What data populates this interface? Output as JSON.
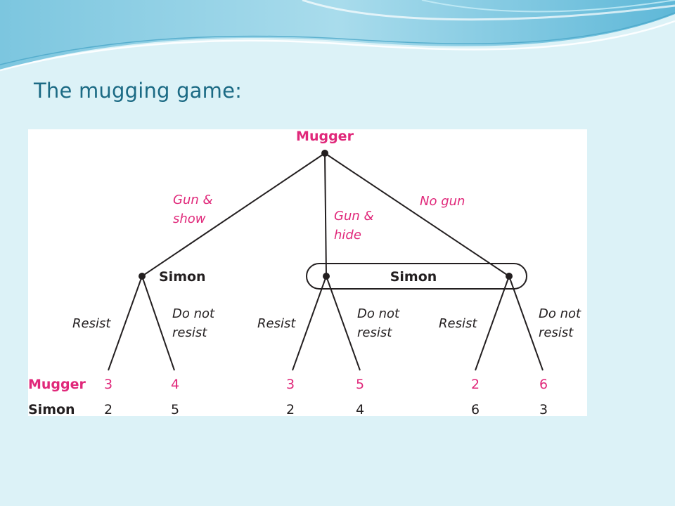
{
  "slide": {
    "title": "The mugging game:"
  },
  "game_tree": {
    "root_label": "Mugger",
    "info_set_label": "Simon",
    "simon_node_label": "Simon",
    "mugger_moves": {
      "gun_show": [
        "Gun &",
        "show"
      ],
      "gun_hide": [
        "Gun &",
        "hide"
      ],
      "no_gun": "No gun"
    },
    "simon_moves": {
      "resist": "Resist",
      "do_not_resist": [
        "Do not",
        "resist"
      ]
    },
    "payoffs": {
      "mugger_row_label": "Mugger",
      "simon_row_label": "Simon",
      "mugger": [
        "3",
        "4",
        "3",
        "5",
        "2",
        "6"
      ],
      "simon": [
        "2",
        "5",
        "2",
        "4",
        "6",
        "3"
      ]
    }
  },
  "colors": {
    "mugger": "#e0287a",
    "simon": "#231f20",
    "title": "#1b6a84",
    "background": "#dcf2f7"
  }
}
